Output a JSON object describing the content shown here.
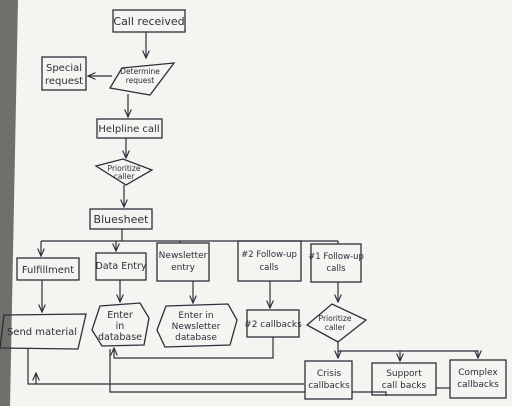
{
  "nodes": {
    "call_received": "Call received",
    "special_request": [
      "Special",
      "request"
    ],
    "determine_request": [
      "Determine",
      "request"
    ],
    "helpline_call": "Helpline call",
    "prioritize_caller_1": [
      "Prioritize",
      "caller"
    ],
    "bluesheet": "Bluesheet",
    "fulfillment": "Fulfillment",
    "data_entry": "Data Entry",
    "newsletter_entry": [
      "Newsletter",
      "entry"
    ],
    "followup_2": [
      "#2 Follow-up",
      "calls"
    ],
    "followup_1": [
      "#1 Follow-up",
      "calls"
    ],
    "send_material": "Send material",
    "enter_database": [
      "Enter",
      "in",
      "database"
    ],
    "enter_newsletter_db": [
      "Enter in",
      "Newsletter",
      "database"
    ],
    "callbacks_2": "#2 callbacks",
    "prioritize_caller_2": [
      "Prioritize",
      "caller"
    ],
    "crisis_callbacks": [
      "Crisis",
      "callbacks"
    ],
    "support_callbacks": [
      "Support",
      "call backs"
    ],
    "complex_callbacks": [
      "Complex",
      "callbacks"
    ]
  },
  "colors": {
    "ink": "#2c2f3a",
    "paper": "#f4f4f1",
    "background": "#6f6f6c"
  }
}
